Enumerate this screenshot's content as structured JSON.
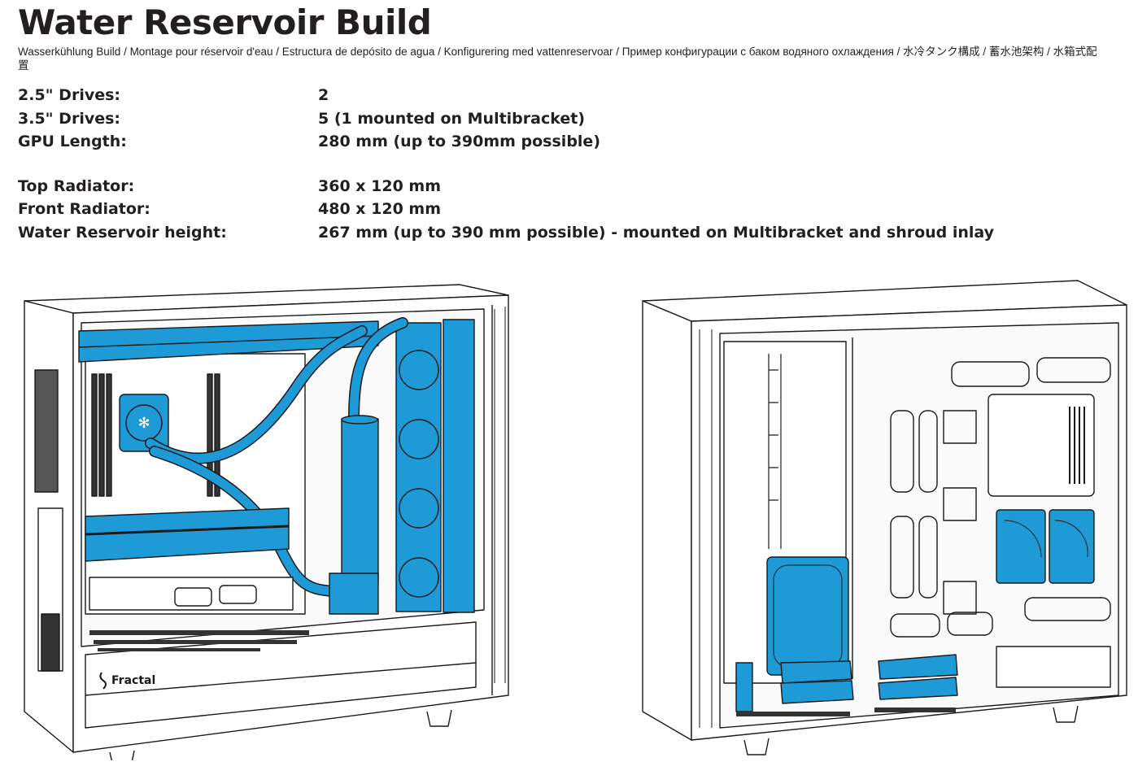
{
  "header": {
    "title": "Water Reservoir Build",
    "subtitle": "Wasserkühlung Build / Montage pour réservoir d'eau / Estructura de depósito de agua / Konfigurering med vattenreservoar / Пример конфигурации с баком водяного охлаждения  / 水冷タンク構成 / 蓄水池架构 / 水箱式配置"
  },
  "specs": {
    "group1": [
      {
        "label": "2.5\" Drives:",
        "value": "2"
      },
      {
        "label": "3.5\" Drives:",
        "value": "5 (1 mounted on Multibracket)"
      },
      {
        "label": "GPU Length:",
        "value": "280 mm (up to 390mm possible)"
      }
    ],
    "group2": [
      {
        "label": "Top Radiator:",
        "value": "360 x 120 mm"
      },
      {
        "label": "Front Radiator:",
        "value": "480 x 120 mm"
      },
      {
        "label": "Water Reservoir height:",
        "value": "267 mm (up to 390 mm possible) - mounted on Multibracket and shroud inlay"
      }
    ]
  },
  "figures": {
    "left": {
      "caption_logo": "Fractal"
    },
    "right": {}
  },
  "colors": {
    "accent_blue": "#1e9ad6",
    "line": "#1a1a1a",
    "text": "#231f20"
  }
}
